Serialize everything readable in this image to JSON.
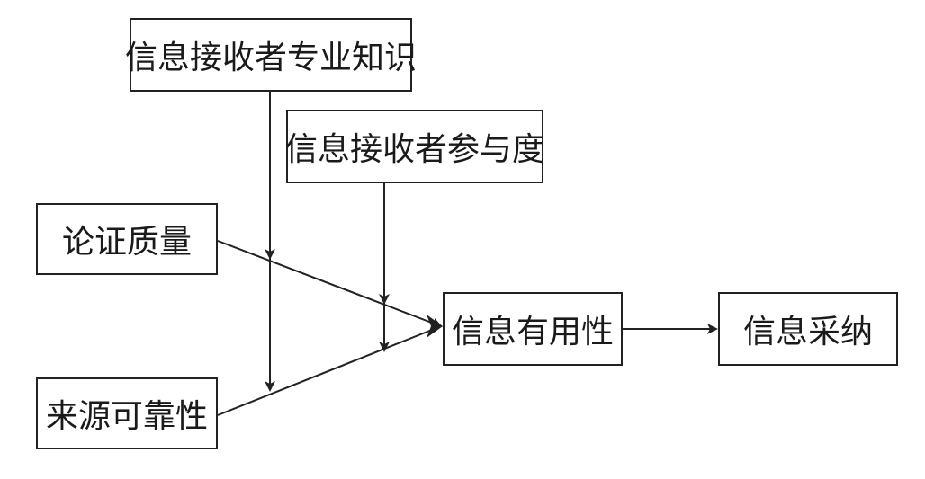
{
  "diagram": {
    "nodes": {
      "receiver_expertise": "信息接收者专业知识",
      "receiver_involvement": "信息接收者参与度",
      "argument_quality": "论证质量",
      "source_credibility": "来源可靠性",
      "information_usefulness": "信息有用性",
      "information_adoption": "信息采纳"
    },
    "edges": [
      {
        "from": "argument_quality",
        "to": "information_usefulness",
        "type": "direct"
      },
      {
        "from": "source_credibility",
        "to": "information_usefulness",
        "type": "direct"
      },
      {
        "from": "information_usefulness",
        "to": "information_adoption",
        "type": "direct"
      },
      {
        "from": "receiver_expertise",
        "to": "argument_quality->information_usefulness",
        "type": "moderation"
      },
      {
        "from": "receiver_expertise",
        "to": "source_credibility->information_usefulness",
        "type": "moderation"
      },
      {
        "from": "receiver_involvement",
        "to": "argument_quality->information_usefulness",
        "type": "moderation"
      },
      {
        "from": "receiver_involvement",
        "to": "source_credibility->information_usefulness",
        "type": "moderation"
      }
    ],
    "colors": {
      "stroke": "#222222",
      "text": "#1a1a1a",
      "background": "#ffffff"
    }
  }
}
